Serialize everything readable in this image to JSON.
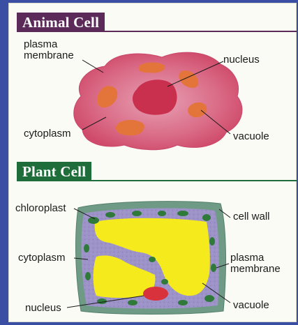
{
  "animal_cell": {
    "heading": "Animal Cell",
    "labels": {
      "plasma_membrane_line1": "plasma",
      "plasma_membrane_line2": "membrane",
      "nucleus": "nucleus",
      "cytoplasm": "cytoplasm",
      "vacuole": "vacuole"
    }
  },
  "plant_cell": {
    "heading": "Plant Cell",
    "labels": {
      "chloroplast": "chloroplast",
      "cell_wall": "cell wall",
      "cytoplasm": "cytoplasm",
      "plasma_membrane_line1": "plasma",
      "plasma_membrane_line2": "membrane",
      "nucleus": "nucleus",
      "vacuole": "vacuole"
    }
  },
  "colors": {
    "frame": "#3a4fa3",
    "animal_heading_bg": "#5b2a59",
    "plant_heading_bg": "#1f6d3a",
    "animal_cell_fill": "#d9637f",
    "animal_nucleus": "#c8304d",
    "animal_vacuole": "#e2743a",
    "plant_wall": "#6f9a86",
    "plant_cytoplasm": "#9d93c8",
    "plant_vacuole": "#f5ea1c",
    "chloroplast": "#2f7a3a",
    "plant_nucleus": "#d8323c"
  }
}
